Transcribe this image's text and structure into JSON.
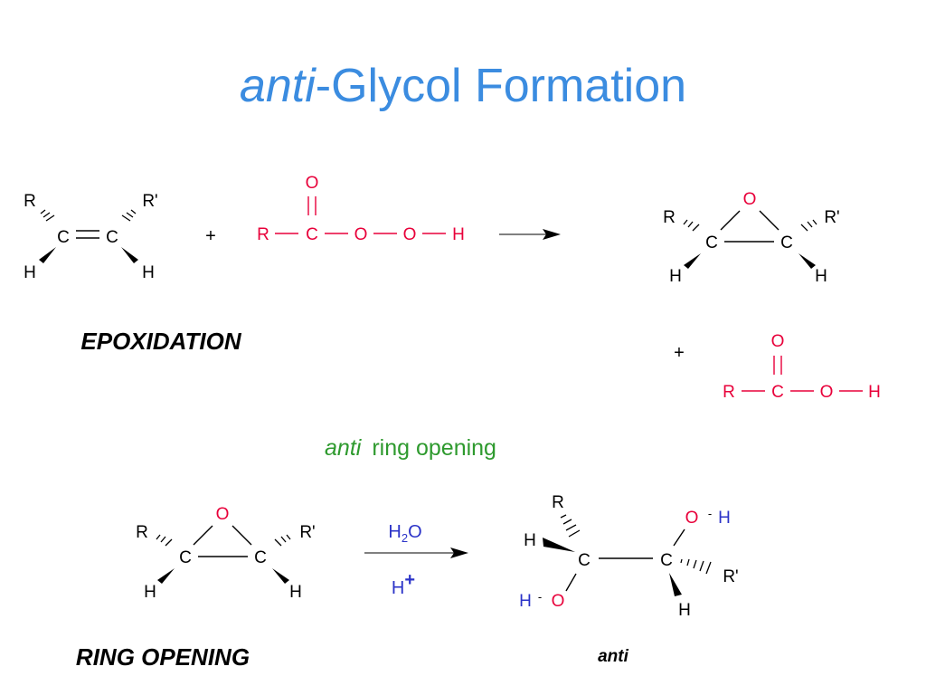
{
  "title": {
    "italic": "anti",
    "rest": "-Glycol Formation"
  },
  "title_color": "#3b8ce0",
  "atom_colors": {
    "carbon_and_substituents": "#000000",
    "oxygen_peracid": "#e8003a",
    "water_acid": "#2b33c8",
    "annotation": "#2e9a2e"
  },
  "sections": {
    "epoxidation": "EPOXIDATION",
    "ring_opening": "RING OPENING"
  },
  "plus": "+",
  "alkene": {
    "r_left": "R",
    "r_right": "R'",
    "c1": "C",
    "c2": "C",
    "h_left": "H",
    "h_right": "H"
  },
  "peracid": {
    "r": "R",
    "c": "C",
    "o_carbonyl": "O",
    "o1": "O",
    "o2": "O",
    "h": "H"
  },
  "epoxide_product": {
    "o": "O",
    "r_left": "R",
    "r_right": "R'",
    "c1": "C",
    "c2": "C",
    "h_left": "H",
    "h_right": "H"
  },
  "carboxylic_acid": {
    "o_carbonyl": "O",
    "r": "R",
    "c": "C",
    "o": "O",
    "h": "H"
  },
  "annotation": {
    "italic": "anti",
    "rest": "ring opening"
  },
  "epoxide_reactant": {
    "o": "O",
    "r_left": "R",
    "r_right": "R'",
    "c1": "C",
    "c2": "C",
    "h_left": "H",
    "h_right": "H"
  },
  "reagents": {
    "water_h": "H",
    "water_sub": "2",
    "water_o": "O",
    "acid_h": "H",
    "acid_sup": "+"
  },
  "diol": {
    "r_top": "R",
    "h_left": "H",
    "c1": "C",
    "c2": "C",
    "o_left": "O",
    "h_oleft": "H",
    "o_right": "O",
    "h_oright": "H",
    "r_right": "R'",
    "h_bottom": "H",
    "minus": "-"
  },
  "product_label": "anti"
}
